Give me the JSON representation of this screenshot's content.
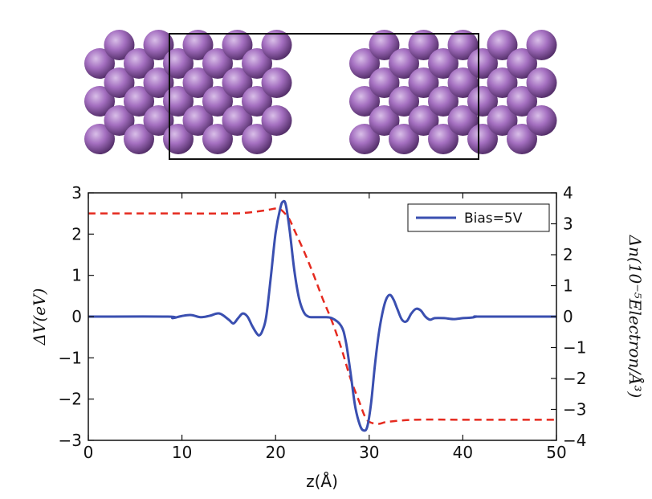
{
  "chart_data": {
    "type": "line",
    "xlabel": "z(Å)",
    "ylabel": "ΔV(eV)",
    "ylabel_right": "Δn(10⁻⁵Electron/Å³)",
    "xlim": [
      0,
      50
    ],
    "ylim": [
      -3,
      3
    ],
    "ylim_right": [
      -4,
      4
    ],
    "x_ticks": [
      "0",
      "10",
      "20",
      "30",
      "40",
      "50"
    ],
    "y_ticks": [
      "−3",
      "−2",
      "−1",
      "0",
      "1",
      "2",
      "3"
    ],
    "y_ticks_right": [
      "−4",
      "−3",
      "−2",
      "−1",
      "0",
      "1",
      "2",
      "3",
      "4"
    ],
    "grid": false,
    "legend_position": "top-right",
    "series": [
      {
        "name": "Bias=5V",
        "axis": "right",
        "color": "#3a4fb0",
        "style": "solid",
        "x": [
          0,
          8.5,
          9.0,
          10.0,
          11.0,
          12.0,
          13.0,
          14.0,
          15.0,
          15.5,
          16.0,
          16.5,
          17.0,
          17.5,
          18.0,
          18.3,
          18.6,
          19.0,
          19.5,
          20.0,
          20.5,
          20.8,
          21.1,
          21.5,
          22.0,
          22.5,
          23.0,
          23.5,
          24.0,
          25.0,
          26.0,
          27.0,
          27.5,
          28.0,
          28.5,
          29.0,
          29.4,
          29.8,
          30.2,
          30.6,
          31.0,
          31.4,
          31.8,
          32.2,
          32.6,
          33.0,
          33.5,
          34.0,
          34.5,
          35.0,
          35.5,
          36.0,
          36.5,
          37.0,
          38.0,
          39.0,
          40.0,
          41.0,
          41.5,
          42.0,
          50
        ],
        "values": [
          0,
          0,
          -0.05,
          0.02,
          0.05,
          -0.02,
          0.03,
          0.1,
          -0.1,
          -0.22,
          -0.05,
          0.1,
          0.0,
          -0.3,
          -0.55,
          -0.6,
          -0.45,
          0.0,
          1.3,
          2.7,
          3.5,
          3.72,
          3.6,
          2.8,
          1.5,
          0.6,
          0.15,
          0.0,
          -0.02,
          -0.02,
          -0.05,
          -0.3,
          -0.8,
          -1.8,
          -2.9,
          -3.5,
          -3.68,
          -3.55,
          -2.8,
          -1.6,
          -0.6,
          0.1,
          0.55,
          0.7,
          0.55,
          0.25,
          -0.1,
          -0.15,
          0.1,
          0.25,
          0.2,
          0.0,
          -0.1,
          -0.05,
          -0.05,
          -0.08,
          -0.05,
          -0.03,
          0.0,
          0,
          0
        ]
      },
      {
        "axis": "left",
        "color": "#e52a1f",
        "style": "dashed",
        "x": [
          0,
          5,
          10,
          15,
          17,
          19,
          20,
          20.5,
          21,
          21.5,
          22,
          23,
          24,
          25,
          26,
          27,
          28,
          29,
          29.5,
          30,
          31,
          32,
          35,
          40,
          45,
          50
        ],
        "values": [
          2.5,
          2.5,
          2.5,
          2.5,
          2.52,
          2.58,
          2.62,
          2.6,
          2.5,
          2.35,
          2.1,
          1.6,
          1.05,
          0.45,
          -0.1,
          -0.75,
          -1.5,
          -2.1,
          -2.4,
          -2.55,
          -2.6,
          -2.55,
          -2.5,
          -2.5,
          -2.5,
          -2.5
        ]
      }
    ]
  },
  "atoms": {
    "color": "#a46fc0",
    "highlight_color": "#d9bfe8",
    "shadow_color": "#4e2a63"
  }
}
